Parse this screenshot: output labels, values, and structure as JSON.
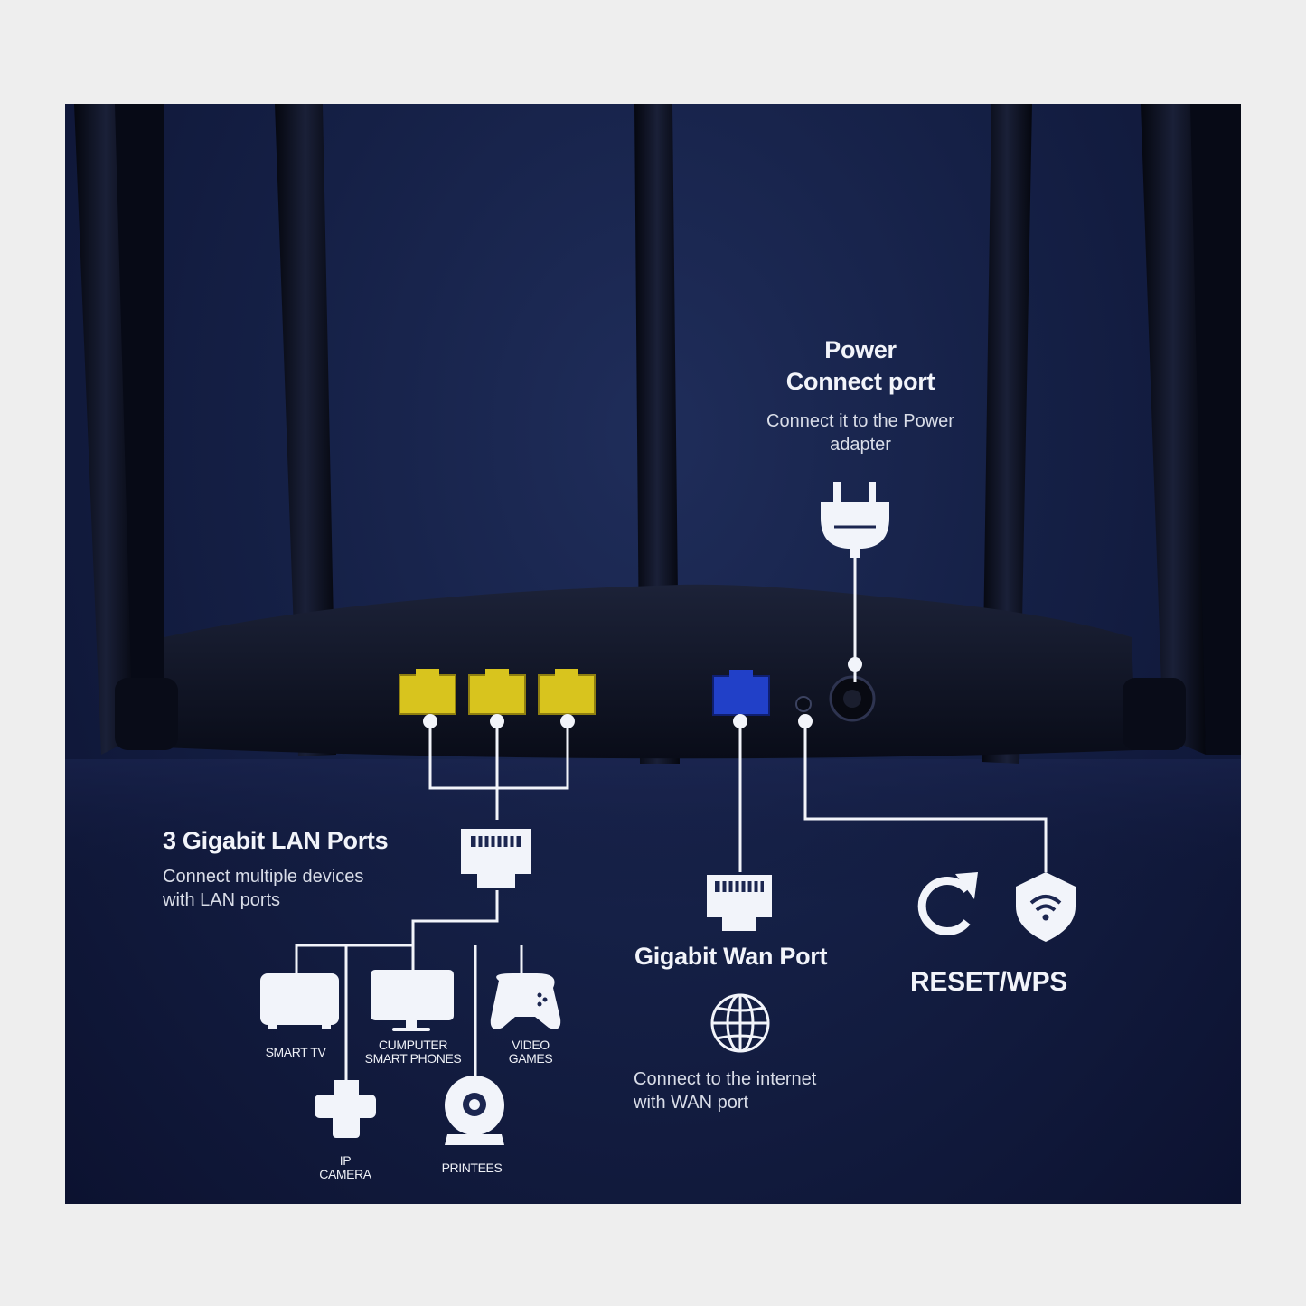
{
  "power": {
    "title_line1": "Power",
    "title_line2": "Connect port",
    "desc_line1": "Connect it to the Power",
    "desc_line2": "adapter"
  },
  "lan": {
    "title": "3 Gigabit LAN Ports",
    "desc_line1": "Connect multiple devices",
    "desc_line2": "with LAN ports",
    "devices": {
      "smart_tv": "SMART TV",
      "computer_line1": "CUMPUTER",
      "computer_line2": "SMART PHONES",
      "video_games_line1": "VIDEO",
      "video_games_line2": "GAMES",
      "ip_camera_line1": "IP",
      "ip_camera_line2": "CAMERA",
      "printers": "PRINTEES"
    }
  },
  "wan": {
    "title": "Gigabit Wan Port",
    "desc_line1": "Connect to the internet",
    "desc_line2": "with WAN port"
  },
  "reset": {
    "title": "RESET/WPS"
  },
  "colors": {
    "lan_port": "#d8c41e",
    "wan_port": "#2140c8",
    "line": "#f2f4fa",
    "background": "#152046"
  }
}
